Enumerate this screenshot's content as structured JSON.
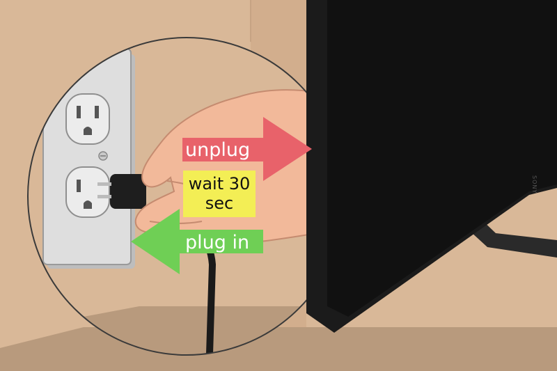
{
  "arrows": {
    "unplug": {
      "label": "unplug",
      "color": "#e8626a"
    },
    "plug_in": {
      "label": "plug in",
      "color": "#6fcf55"
    }
  },
  "wait_box": {
    "line1": "wait 30",
    "line2": "sec",
    "color": "#f3ee55"
  },
  "tv": {
    "brand": "SONY",
    "color": "#1b1b1b"
  },
  "colors": {
    "wall": "#d9b898",
    "floor": "#b89a7d",
    "outlet": "#dedede",
    "skin": "#f2b99a"
  }
}
